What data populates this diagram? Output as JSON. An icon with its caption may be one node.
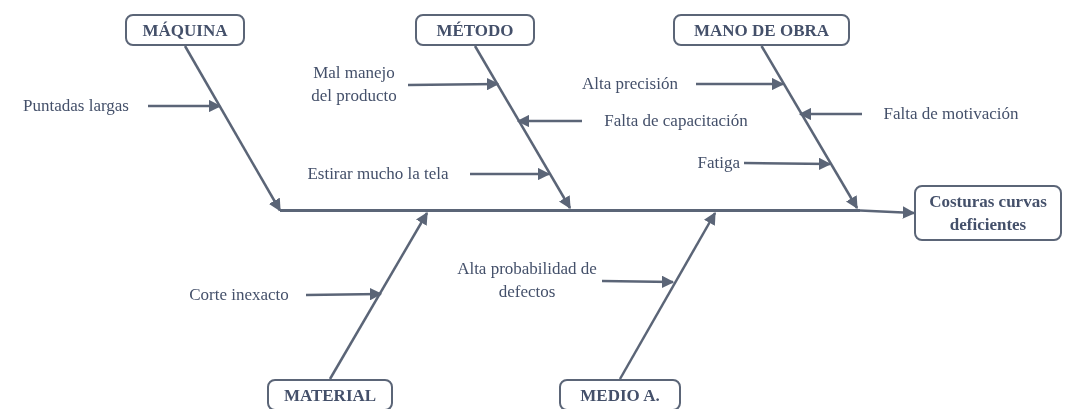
{
  "diagram": {
    "nodes": [
      {
        "text": [
          "MÁQUINA"
        ]
      },
      {
        "text": [
          "MÉTODO"
        ]
      },
      {
        "text": [
          "MANO DE OBRA"
        ]
      },
      {
        "text": [
          "Mal manejo del producto"
        ]
      },
      {
        "text": [
          "Alta precisión"
        ]
      },
      {
        "text": [
          "Puntadas largas"
        ]
      },
      {
        "text": [
          "Falta de motivación"
        ]
      },
      {
        "text": [
          "Falta de capacitación"
        ]
      },
      {
        "text": [
          "Fatiga"
        ]
      },
      {
        "text": [
          "Estirar mucho la tela"
        ]
      },
      {
        "text": [],
        "shape": "bar"
      },
      {
        "text": [
          "Costuras curvas deficientes"
        ]
      },
      {
        "text": [
          "Alta probabilidad de defectos"
        ]
      },
      {
        "text": [
          "Corte inexacto"
        ]
      },
      {
        "text": [
          "MATERIAL"
        ]
      },
      {
        "text": [
          "MEDIO A."
        ]
      }
    ],
    "edges": [
      {
        "from": 0,
        "to": 10,
        "arrow": "to"
      },
      {
        "from": 1,
        "to": 10,
        "arrow": "to"
      },
      {
        "from": 2,
        "to": 10,
        "arrow": "to"
      },
      {
        "from": 14,
        "to": 10,
        "arrow": "to"
      },
      {
        "from": 15,
        "to": 10,
        "arrow": "to"
      },
      {
        "from": 10,
        "to": 11,
        "arrow": "to"
      },
      {
        "from": 5,
        "to": null,
        "arrow": "to"
      },
      {
        "from": 3,
        "to": null,
        "arrow": "to"
      },
      {
        "from": 7,
        "to": null,
        "arrow": "to"
      },
      {
        "from": 9,
        "to": null,
        "arrow": "to"
      },
      {
        "from": 4,
        "to": null,
        "arrow": "to"
      },
      {
        "from": 6,
        "to": null,
        "arrow": "to"
      },
      {
        "from": 8,
        "to": null,
        "arrow": "to"
      },
      {
        "from": 13,
        "to": null,
        "arrow": "to"
      },
      {
        "from": 12,
        "to": null,
        "arrow": "to"
      }
    ]
  }
}
